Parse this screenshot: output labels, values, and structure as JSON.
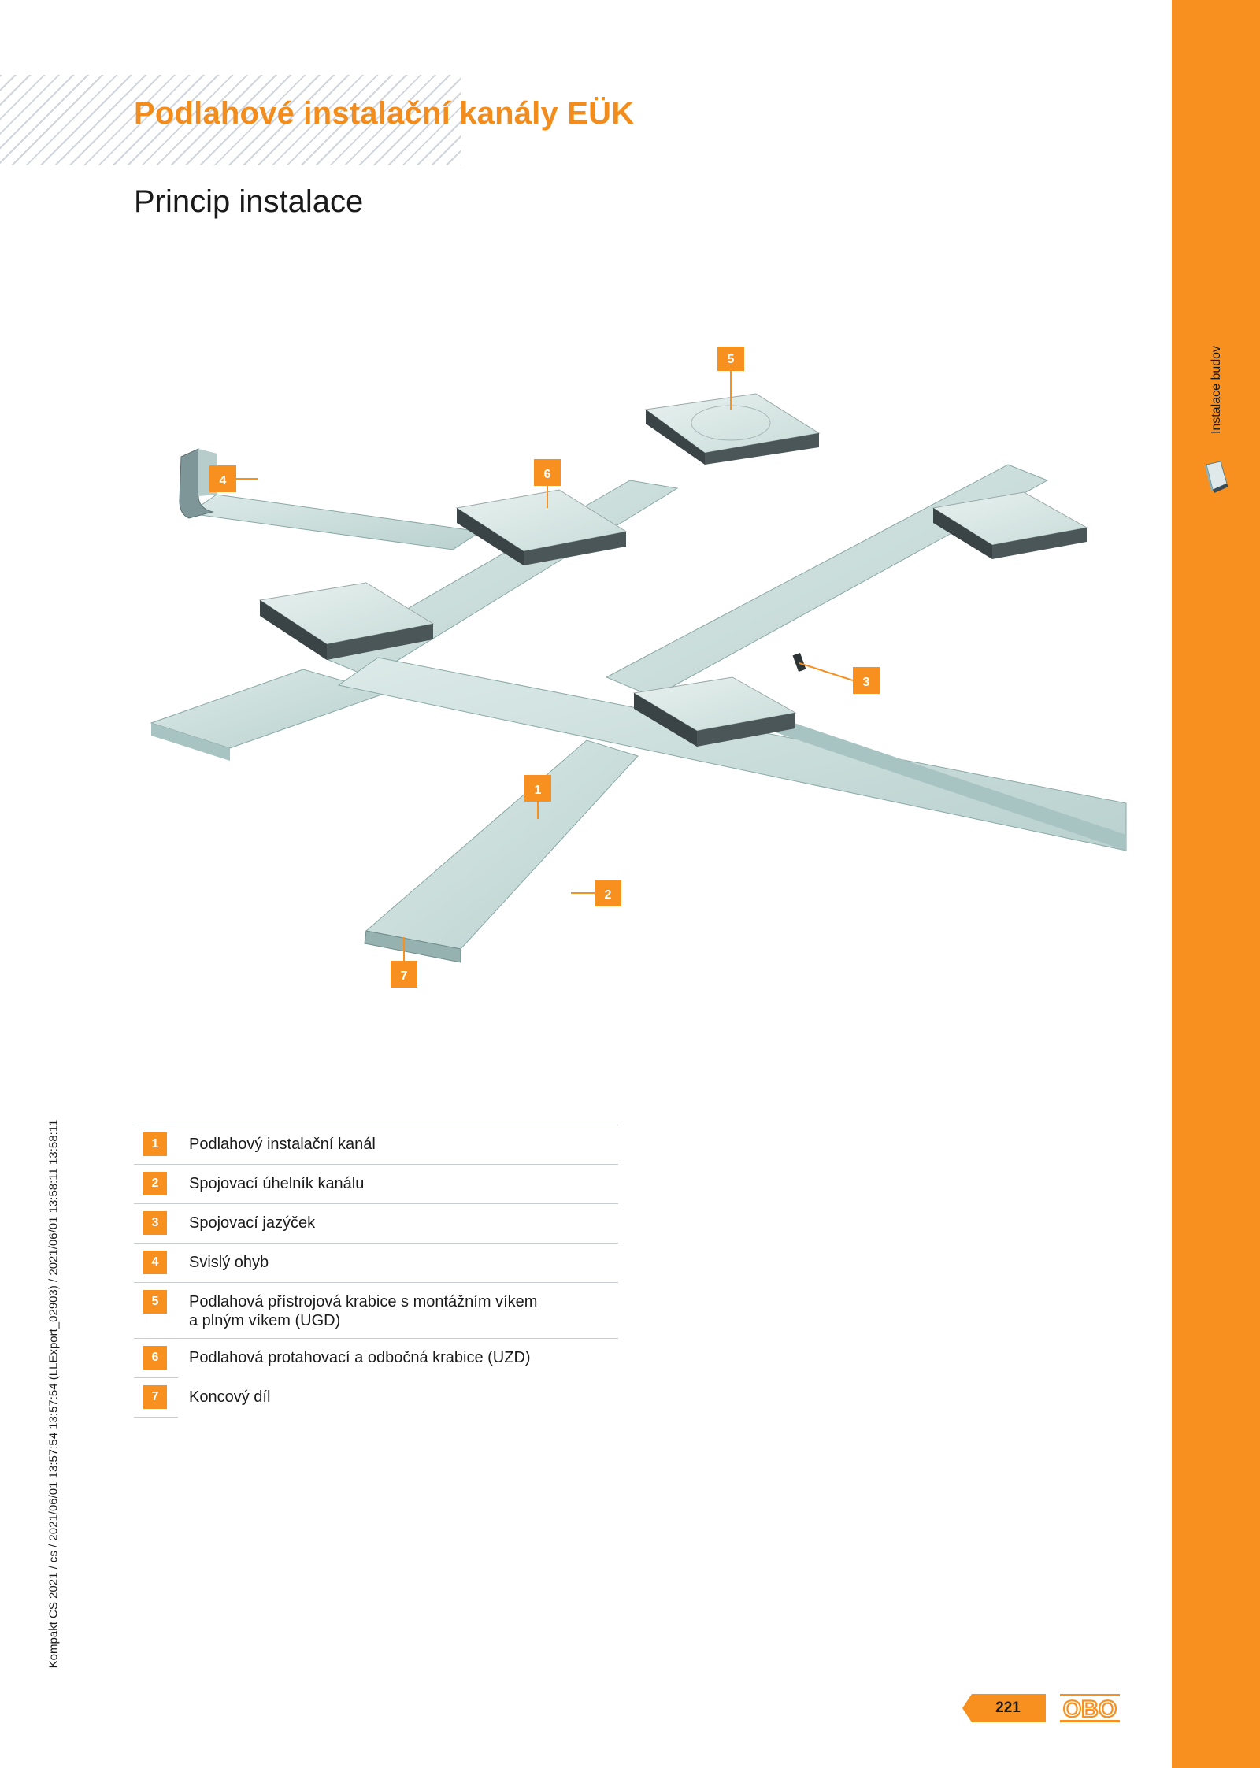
{
  "header": {
    "title": "Podlahové instalační kanály EÜK",
    "subtitle": "Princip instalace"
  },
  "sidebar": {
    "section_label": "Instalace budov",
    "icon": "floor-channel-icon"
  },
  "meta": {
    "vertical_text": "Kompakt CS 2021 / cs / 2021/06/01 13:57:54 13:57:54 (LLExport_02903) / 2021/06/01 13:58:11 13:58:11"
  },
  "callouts": [
    "1",
    "2",
    "3",
    "4",
    "5",
    "6",
    "7"
  ],
  "legend": [
    {
      "num": "1",
      "text": "Podlahový instalační kanál"
    },
    {
      "num": "2",
      "text": "Spojovací úhelník kanálu"
    },
    {
      "num": "3",
      "text": "Spojovací jazýček"
    },
    {
      "num": "4",
      "text": "Svislý ohyb"
    },
    {
      "num": "5",
      "text": "Podlahová přístrojová krabice s montážním víkem",
      "text2": "a plným víkem (UGD)"
    },
    {
      "num": "6",
      "text": "Podlahová protahovací a odbočná krabice (UZD)"
    },
    {
      "num": "7",
      "text": "Koncový díl"
    }
  ],
  "footer": {
    "page_number": "221",
    "logo": "OBO"
  },
  "colors": {
    "accent": "#f7901e",
    "title": "#f28c1c",
    "channel": "#c9dcd9"
  }
}
